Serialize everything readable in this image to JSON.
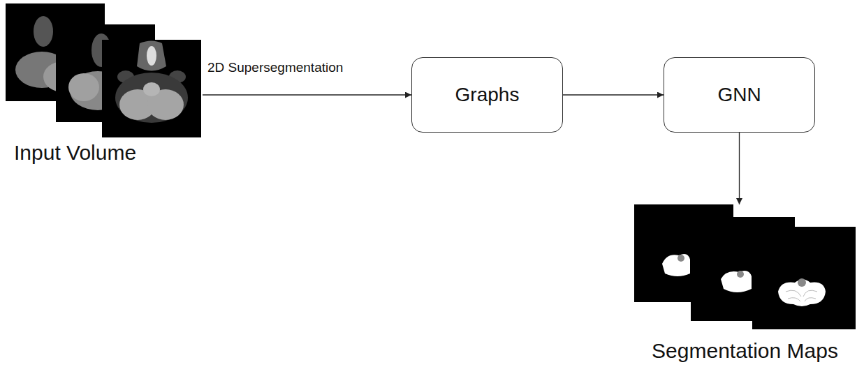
{
  "diagram": {
    "nodes": [
      {
        "text": [
          "Input Volume"
        ]
      },
      {
        "text": [
          "Graphs"
        ]
      },
      {
        "text": [
          "GNN"
        ]
      },
      {
        "text": [
          "Segmentation Maps"
        ]
      }
    ],
    "edges": [
      {
        "from": 0,
        "to": 1,
        "arrow": "to",
        "label": "2D Supersegmentation"
      },
      {
        "from": 1,
        "to": 2,
        "arrow": "to"
      },
      {
        "from": 2,
        "to": 3,
        "arrow": "to"
      }
    ]
  }
}
